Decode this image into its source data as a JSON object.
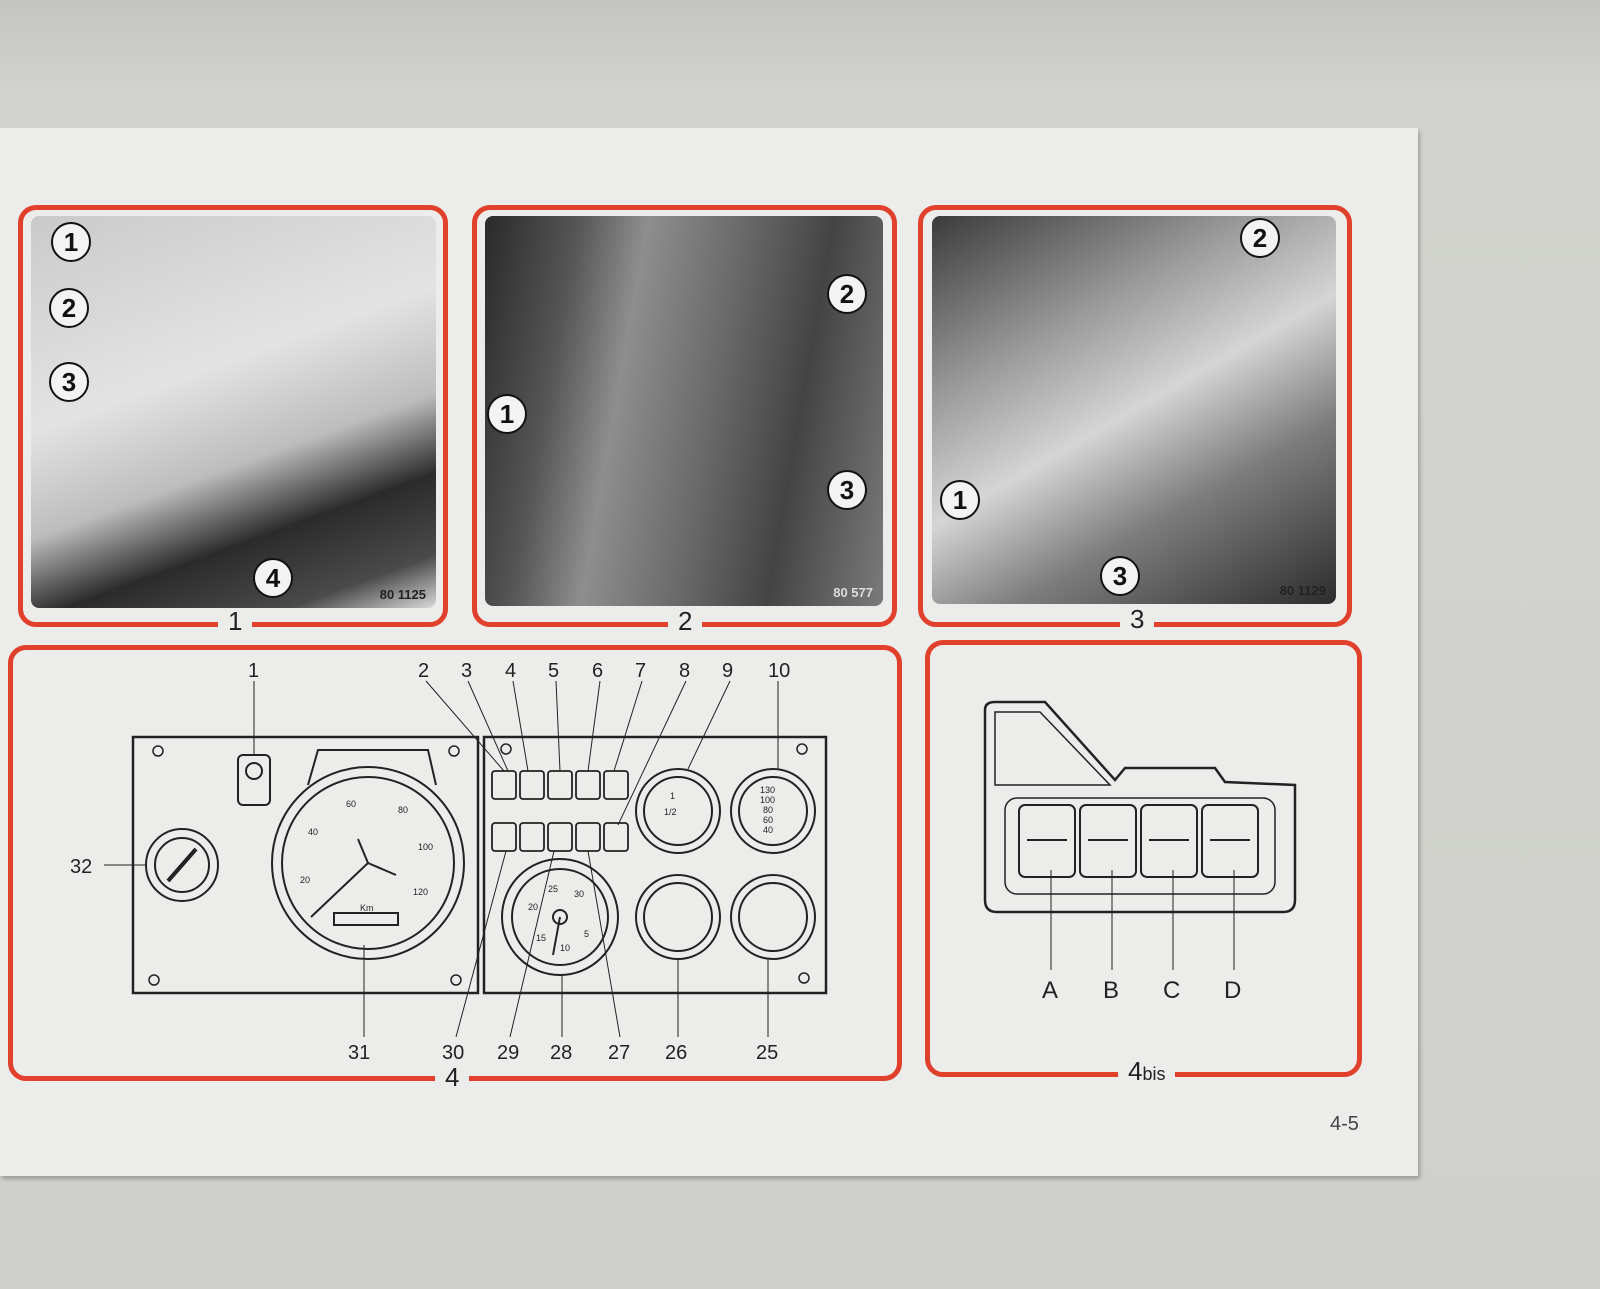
{
  "figures": [
    {
      "caption": "1",
      "code": "80 1125",
      "callouts": [
        "1",
        "2",
        "3",
        "4"
      ]
    },
    {
      "caption": "2",
      "code": "80 577",
      "callouts": [
        "2",
        "1",
        "3"
      ]
    },
    {
      "caption": "3",
      "code": "80 1129",
      "callouts": [
        "2",
        "1",
        "3"
      ]
    }
  ],
  "dashboard": {
    "caption": "4",
    "top_labels": [
      "1",
      "2",
      "3",
      "4",
      "5",
      "6",
      "7",
      "8",
      "9",
      "10"
    ],
    "bottom_labels": [
      "31",
      "30",
      "29",
      "28",
      "27",
      "26",
      "25"
    ],
    "left_label": "32",
    "speedo_ticks": [
      "20",
      "40",
      "60",
      "80",
      "100",
      "120"
    ],
    "odometer_unit": "Km",
    "tacho_ticks": [
      "20",
      "25",
      "30",
      "15",
      "10",
      "5"
    ],
    "fuel_ticks": [
      "1",
      "1/2"
    ],
    "temp_ticks": [
      "130",
      "100",
      "80",
      "60",
      "40"
    ]
  },
  "switch_panel": {
    "caption": "4",
    "caption_suffix": "bis",
    "labels": [
      "A",
      "B",
      "C",
      "D"
    ]
  },
  "page_number": "4-5"
}
